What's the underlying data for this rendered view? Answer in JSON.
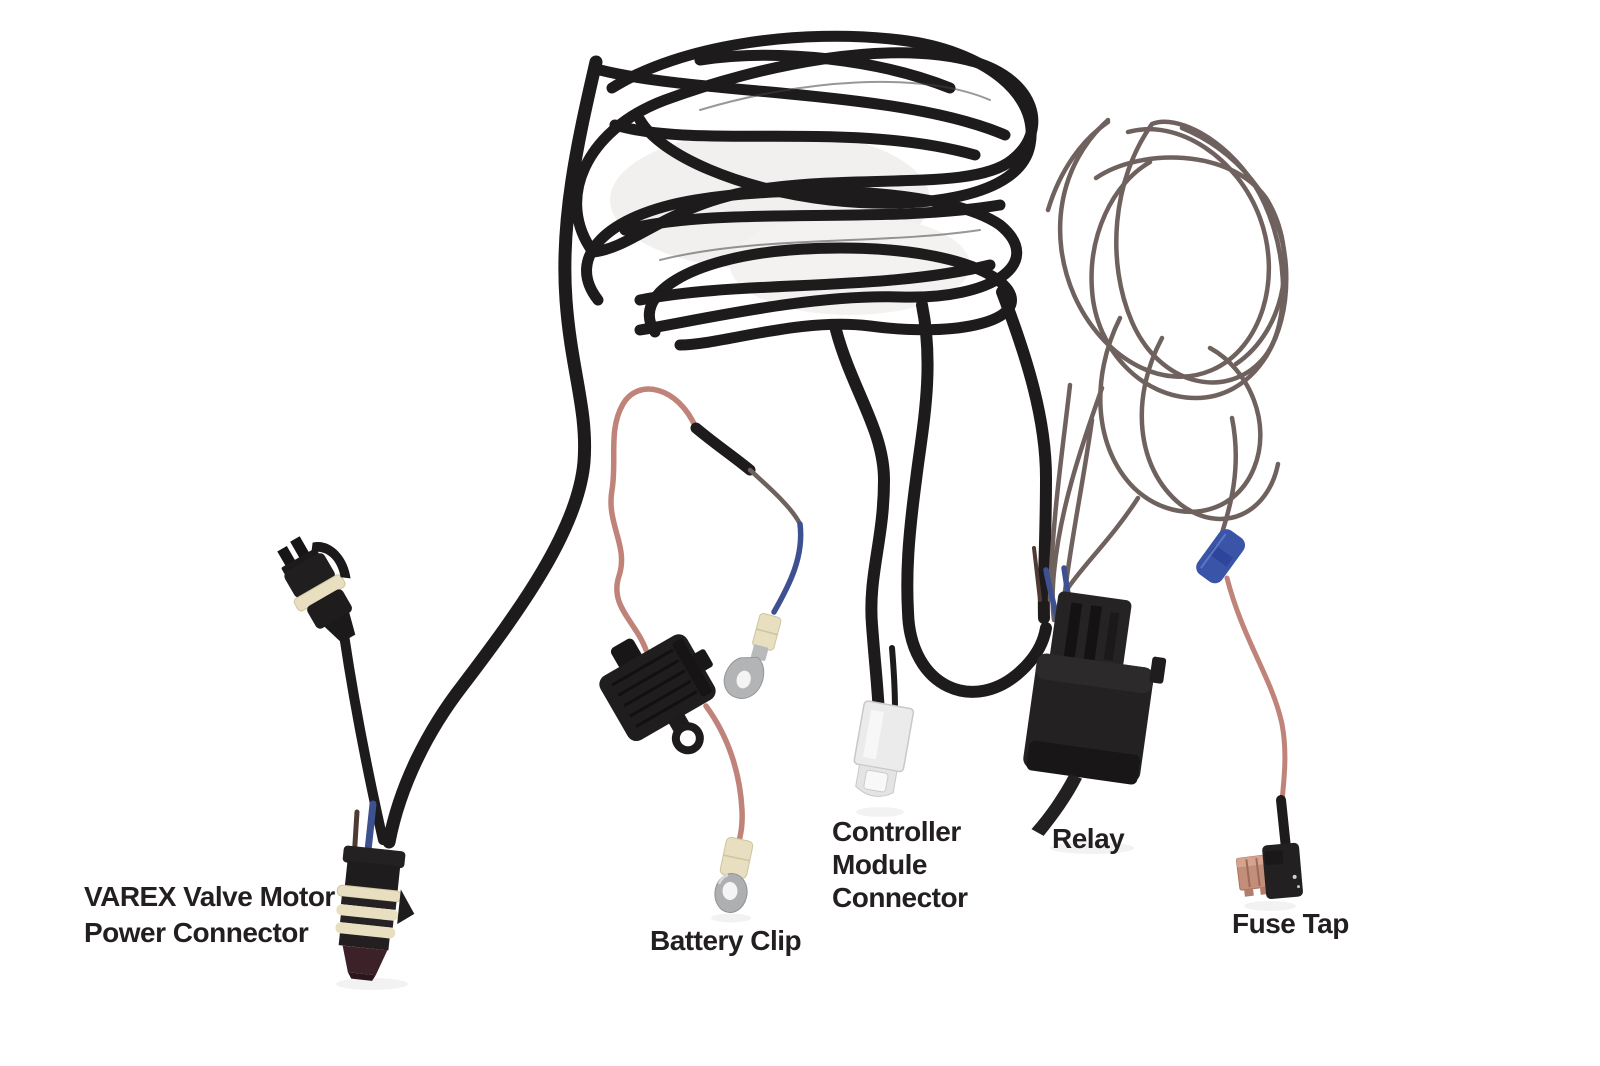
{
  "figure": {
    "kind": "annotated-product-photo",
    "subject": "exhaust valve controller wiring harness kit",
    "background": "#ffffff"
  },
  "labels": {
    "varex": {
      "line1": "VAREX Valve Motor",
      "line2": "Power Connector"
    },
    "battery_clip": {
      "text": "Battery Clip"
    },
    "controller": {
      "line1": "Controller",
      "line2": "Module",
      "line3": "Connector"
    },
    "relay": {
      "text": "Relay"
    },
    "fuse_tap": {
      "text": "Fuse Tap"
    }
  },
  "colors": {
    "background": "#ffffff",
    "text": "#231f20",
    "cable": "#1d1b1c",
    "cable_highlight": "#454142",
    "thin_wire": "#6f625e",
    "salmon_wire": "#c08379",
    "blue_wire": "#3d5191",
    "splice_blue": "#3a55a8",
    "maroon_wire": "#503a34",
    "cream": "#e7dfc0",
    "cream_edge": "#cfc49e",
    "terminal_gray": "#adafb1",
    "terminal_hole": "#f4f4f5",
    "white_connector": "#ebebec",
    "white_connector_edge": "#c8c8ca",
    "copper_fuse": "#c28d79",
    "maroon_tip": "#3c2129"
  }
}
